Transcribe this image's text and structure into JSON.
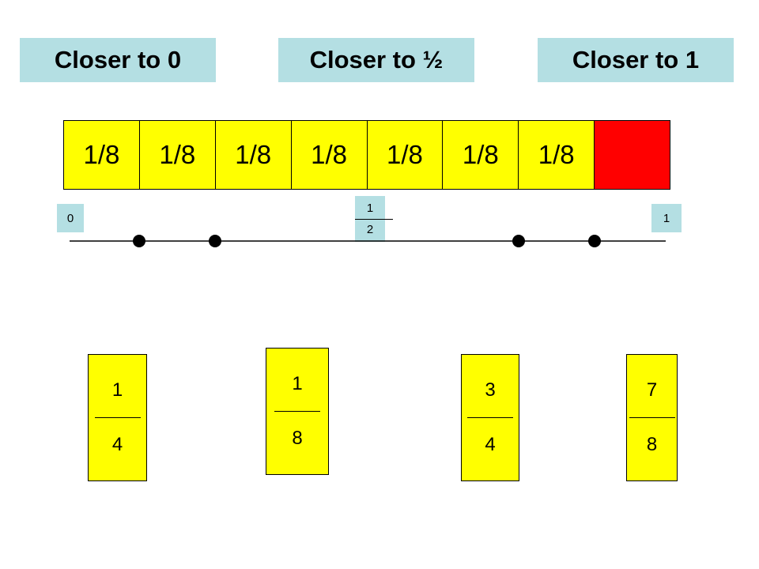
{
  "headers": [
    "Closer to 0",
    "Closer to ½",
    "Closer to 1"
  ],
  "strip": {
    "cells": [
      "1/8",
      "1/8",
      "1/8",
      "1/8",
      "1/8",
      "1/8",
      "1/8",
      ""
    ],
    "colors": {
      "unshaded": "#ffff00",
      "shaded": "#ff0000"
    },
    "shaded_index": 7
  },
  "number_line": {
    "start_label": "0",
    "end_label": "1",
    "half_label": {
      "numerator": "1",
      "denominator": "2"
    },
    "points": [
      0.125,
      0.25,
      0.75,
      0.875
    ]
  },
  "cards": [
    {
      "numerator": "1",
      "denominator": "4"
    },
    {
      "numerator": "1",
      "denominator": "8"
    },
    {
      "numerator": "3",
      "denominator": "4"
    },
    {
      "numerator": "7",
      "denominator": "8"
    }
  ],
  "colors": {
    "label_bg": "#b4dfe3",
    "card_bg": "#ffff00"
  }
}
